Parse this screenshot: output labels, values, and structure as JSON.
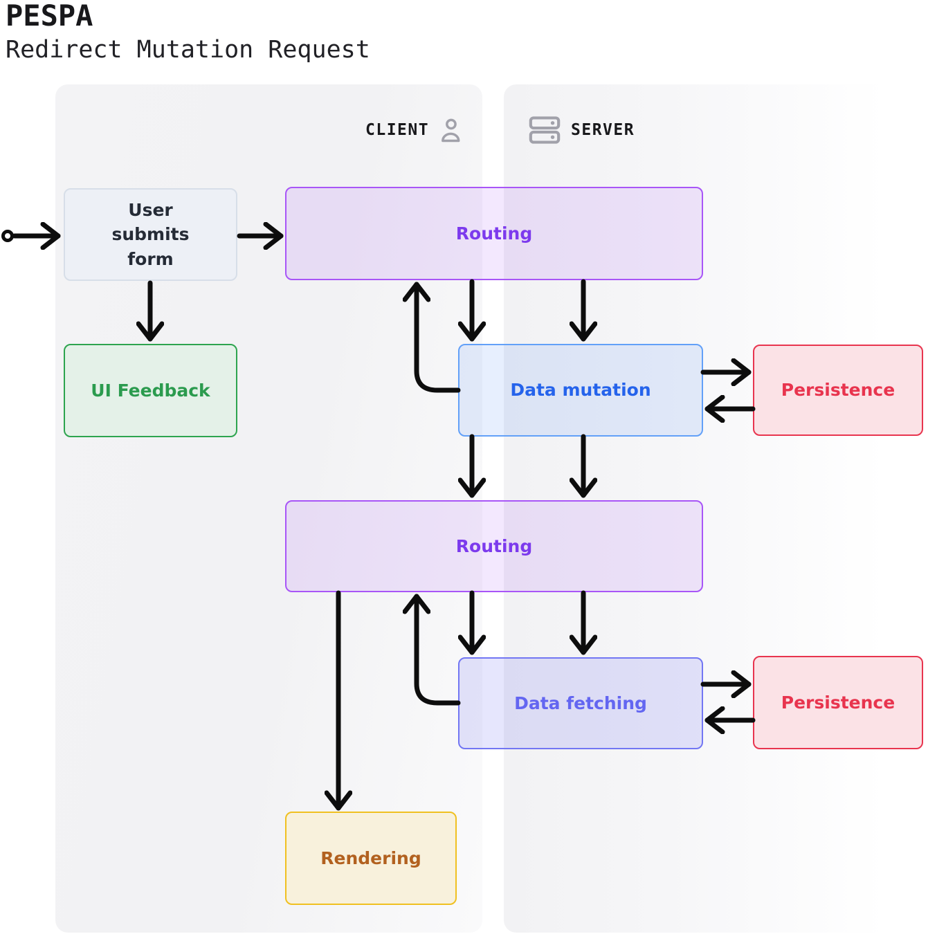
{
  "title": "PESPA",
  "subtitle": "Redirect Mutation Request",
  "lanes": {
    "client": {
      "label": "CLIENT",
      "icon": "user-icon"
    },
    "server": {
      "label": "SERVER",
      "icon": "server-icon"
    }
  },
  "nodes": {
    "user_submits_form": {
      "label": "User\nsubmits\nform"
    },
    "ui_feedback": {
      "label": "UI Feedback"
    },
    "routing": {
      "label": "Routing"
    },
    "data_mutation": {
      "label": "Data mutation"
    },
    "data_fetching": {
      "label": "Data fetching"
    },
    "persistence": {
      "label": "Persistence"
    },
    "rendering": {
      "label": "Rendering"
    }
  },
  "edges": [
    {
      "from": "start",
      "to": "user_submits_form"
    },
    {
      "from": "user_submits_form",
      "to": "routing_1"
    },
    {
      "from": "user_submits_form",
      "to": "ui_feedback"
    },
    {
      "from": "routing_1",
      "to": "data_mutation",
      "lane": "client"
    },
    {
      "from": "routing_1",
      "to": "data_mutation",
      "lane": "server"
    },
    {
      "from": "data_mutation",
      "to": "routing_1"
    },
    {
      "from": "data_mutation",
      "to": "persistence_1"
    },
    {
      "from": "persistence_1",
      "to": "data_mutation"
    },
    {
      "from": "data_mutation",
      "to": "routing_2",
      "lane": "client"
    },
    {
      "from": "data_mutation",
      "to": "routing_2",
      "lane": "server"
    },
    {
      "from": "routing_2",
      "to": "data_fetching",
      "lane": "client"
    },
    {
      "from": "routing_2",
      "to": "data_fetching",
      "lane": "server"
    },
    {
      "from": "data_fetching",
      "to": "routing_2"
    },
    {
      "from": "data_fetching",
      "to": "persistence_2"
    },
    {
      "from": "persistence_2",
      "to": "data_fetching"
    },
    {
      "from": "routing_2",
      "to": "rendering"
    }
  ],
  "colors": {
    "routing_accent": "#a855f7",
    "routing_text": "#7c3aed",
    "mutation_accent": "#62a0f8",
    "mutation_text": "#2563eb",
    "fetching_accent": "#7276f3",
    "fetching_text": "#6366f1",
    "persistence_accent": "#e8344e",
    "ui_feedback_accent": "#2da44e",
    "rendering_accent": "#f0c020",
    "rendering_text": "#b2611f",
    "arrow": "#0d0d0d",
    "panel_fill": "#f2f2f4",
    "lane_icon": "#a1a1aa"
  }
}
